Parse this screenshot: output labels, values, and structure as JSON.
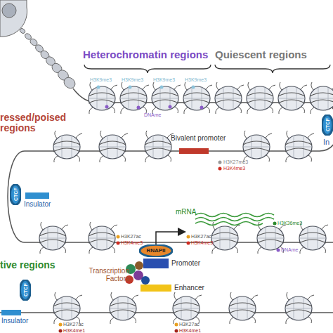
{
  "diagram": {
    "nodes": [
      {
        "text": [
          "Bivalent promoter"
        ]
      },
      {
        "text": [
          "CTCF"
        ]
      },
      {
        "text": [
          "CTCF"
        ]
      },
      {
        "text": [
          "Insulator"
        ]
      },
      {
        "text": [
          "RNAPII"
        ]
      },
      {
        "text": [
          "Promoter"
        ]
      },
      {
        "text": [
          "Enhancer"
        ]
      },
      {
        "text": [
          "CTCF"
        ]
      },
      {
        "text": [
          "Insulator"
        ]
      }
    ],
    "labels": [
      "Heterochromatin regions",
      "Quiescent regions",
      "H3K9me3",
      "H3K9me3",
      "H3K9me3",
      "H3K9me3",
      "DNAme",
      "ressed/poised regions",
      "H3K27me3",
      "H3K4me3",
      "In",
      "mRNA",
      "H3K27ac",
      "H3K4me3",
      "H3K27ac",
      "H3K4me3",
      "H3K36me3",
      "DNAme",
      "Transcription Factors",
      "tive regions",
      "H3K27ac",
      "H3K4me1",
      "H3K27ac",
      "H3K4me1"
    ]
  }
}
